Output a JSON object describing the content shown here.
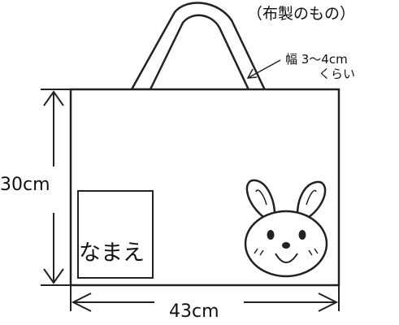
{
  "title": "（布製のもの）",
  "handle_note": {
    "line1": "幅 3～4cm",
    "line2": "くらい"
  },
  "height_label": "30cm",
  "width_label": "43cm",
  "name_tag_text": "なまえ",
  "colors": {
    "line": "#222222",
    "background": "#ffffff"
  },
  "icons": [
    "bunny-face-icon"
  ]
}
